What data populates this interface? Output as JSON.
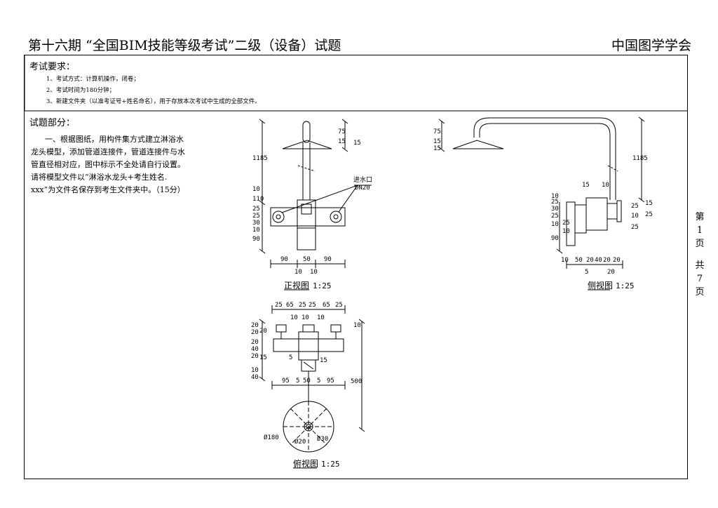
{
  "header": {
    "title": "第十六期 “全国BIM技能等级考试”二级（设备）试题",
    "org": "中国图学学会"
  },
  "requirements": {
    "title": "考试要求：",
    "items": [
      "1、考试方式：计算机操作，闭卷；",
      "2、考试时间为180分钟；",
      "3、新建文件夹（以准考证号+姓名命名），用于存放本次考试中生成的全部文件。"
    ]
  },
  "task": {
    "section_title": "试题部分：",
    "lines": [
      "一、根据图纸，用构件集方式建立淋浴水",
      "龙头模型，添加管道连接件，管道连接件与水",
      "管直径相对应，图中标示不全处请自行设置。",
      "请将模型文件以“淋浴水龙头+考生姓名.",
      "xxx”为文件名保存到考生文件夹中。（15分）"
    ]
  },
  "side": {
    "pages": [
      "第",
      "1",
      "页",
      "共",
      "7",
      "页"
    ]
  },
  "drawing": {
    "front": {
      "title": "正视图",
      "scale": "1:25",
      "inlet_label": "进水口",
      "inlet_size": "DN20",
      "dims_top_right": [
        "75",
        "15",
        "15"
      ],
      "dims_left": [
        "1185",
        "10",
        "110",
        "25",
        "25",
        "30",
        "10",
        "90"
      ],
      "dims_bottom": [
        "90",
        "50",
        "90",
        "10",
        "10"
      ]
    },
    "side": {
      "title": "侧视图",
      "scale": "1:25",
      "dims_left_top": [
        "75",
        "15",
        "15"
      ],
      "dims_right": [
        "1185",
        "25",
        "15",
        "25",
        "10",
        "25"
      ],
      "dims_mid": [
        "15",
        "10"
      ],
      "dims_left": [
        "25",
        "30",
        "25",
        "10",
        "10",
        "90",
        "25",
        "10"
      ],
      "dims_bottom": [
        "10",
        "50",
        "20",
        "40",
        "20",
        "20",
        "5",
        "20"
      ]
    },
    "top": {
      "title": "俯视图",
      "scale": "1:25",
      "dims_top": [
        "25",
        "65",
        "25",
        "25",
        "65",
        "25",
        "10",
        "10",
        "10"
      ],
      "dims_left": [
        "20",
        "20",
        "20",
        "20",
        "40",
        "20",
        "15",
        "10",
        "40"
      ],
      "dims_right": [
        "10",
        "500"
      ],
      "dims_bottom": [
        "95",
        "5",
        "50",
        "5",
        "95"
      ],
      "small": [
        "5",
        "15"
      ],
      "circles": [
        "Ø180",
        "Ø20",
        "Ø30"
      ]
    }
  }
}
